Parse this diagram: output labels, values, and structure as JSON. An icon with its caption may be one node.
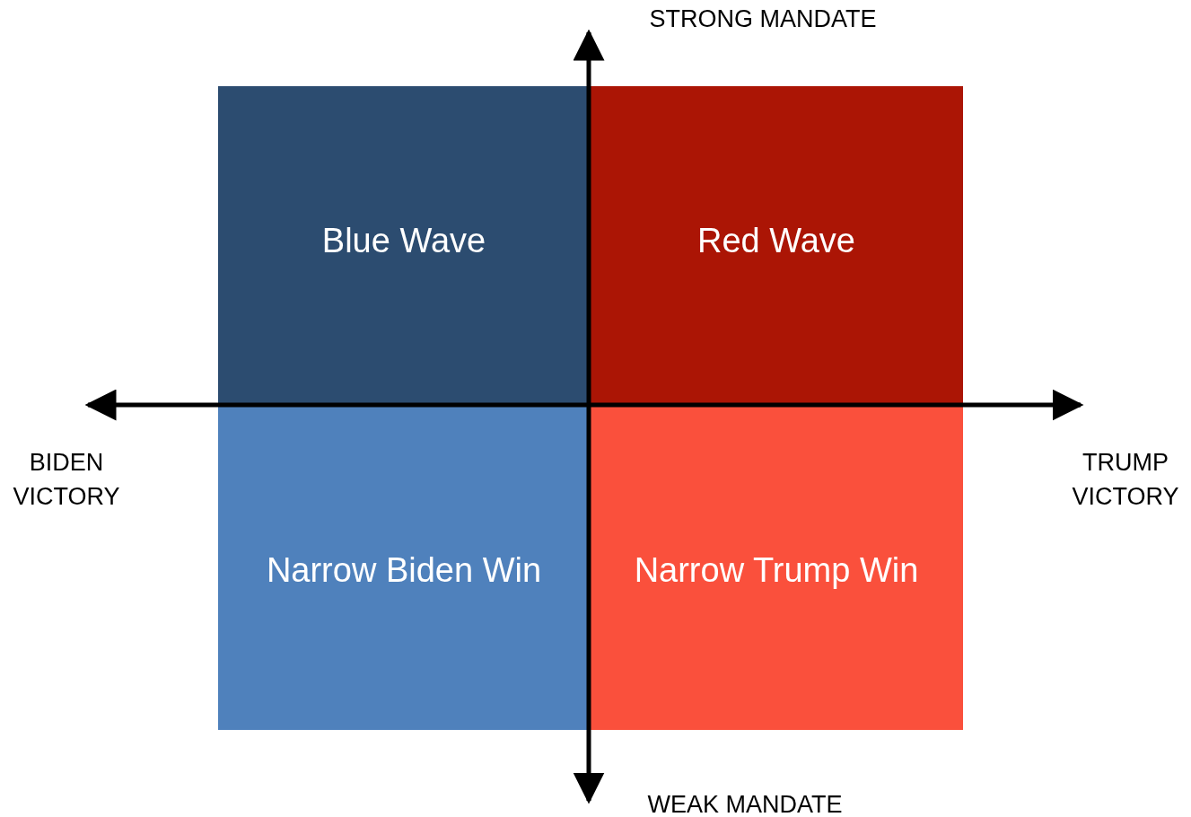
{
  "diagram": {
    "nodes": [
      {
        "text": [
          "Blue Wave"
        ]
      },
      {
        "text": [
          "Red Wave"
        ]
      },
      {
        "text": [
          "Narrow Biden Win"
        ]
      },
      {
        "text": [
          "Narrow Trump Win"
        ]
      }
    ],
    "edges": [],
    "labels": [
      "STRONG MANDATE",
      "BIDEN VICTORY",
      "TRUMP VICTORY",
      "WEAK MANDATE"
    ]
  }
}
